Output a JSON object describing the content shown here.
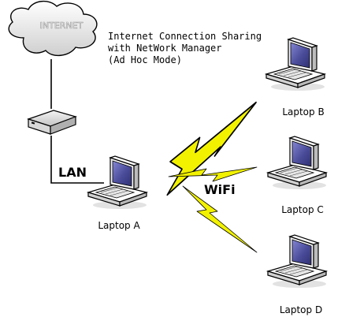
{
  "cloud": {
    "label": "INTERNET"
  },
  "caption": {
    "line1": "Internet Connection Sharing",
    "line2": "with NetWork Manager",
    "line3": "(Ad Hoc Mode)"
  },
  "links": {
    "lan_label": "LAN",
    "wifi_label": "WiFi"
  },
  "laptops": {
    "a": "Laptop A",
    "b": "Laptop B",
    "c": "Laptop C",
    "d": "Laptop D"
  },
  "colors": {
    "bolt": "#f2f200",
    "screen": "#4a4c9a",
    "body": "#ffffff",
    "shadow": "#c8c8c8",
    "ink": "#000000"
  }
}
